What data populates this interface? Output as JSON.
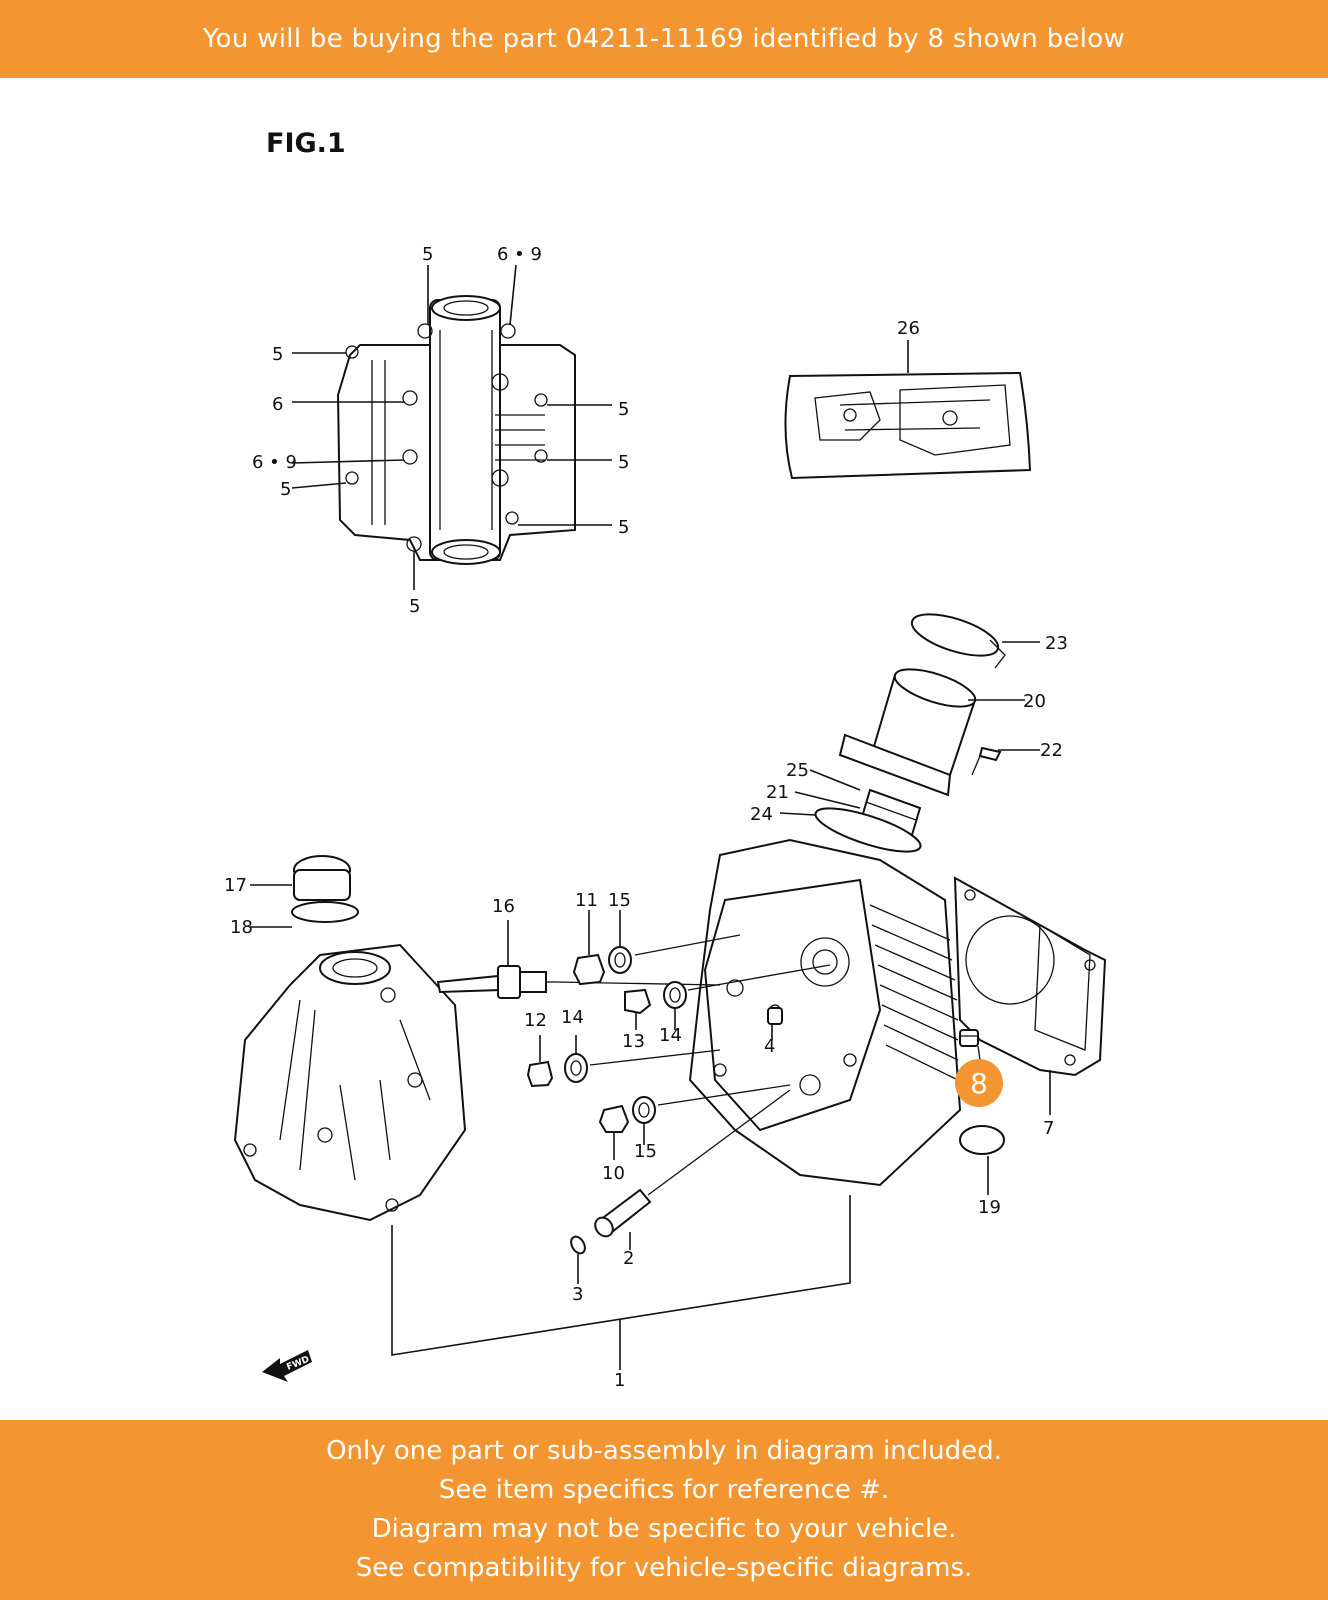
{
  "header": {
    "banner_text": "You will be buying the part 04211-11169 identified by 8 shown below"
  },
  "diagram": {
    "figure_title": "FIG.1",
    "fwd_label": "FWD",
    "highlighted_callout": "8",
    "callouts": {
      "c5_top": "5",
      "c69_top": "6 • 9",
      "c5_left1": "5",
      "c6_left": "6",
      "c69_left": "6 • 9",
      "c5_left2": "5",
      "c5_right1": "5",
      "c5_right2": "5",
      "c5_right3": "5",
      "c5_bottom": "5",
      "c26": "26",
      "c23": "23",
      "c20": "20",
      "c22": "22",
      "c25": "25",
      "c21": "21",
      "c24": "24",
      "c17": "17",
      "c18": "18",
      "c16": "16",
      "c11": "11",
      "c15_top": "15",
      "c12": "12",
      "c14_left": "14",
      "c13": "13",
      "c14_right": "14",
      "c4": "4",
      "c7": "7",
      "c10": "10",
      "c15_bottom": "15",
      "c19": "19",
      "c2": "2",
      "c3": "3",
      "c1": "1"
    },
    "colors": {
      "accent": "#f39530",
      "line": "#111111"
    }
  },
  "footer": {
    "lines": [
      "Only one part or sub-assembly in diagram included.",
      "See item specifics for reference #.",
      "Diagram may not be specific to your vehicle.",
      "See compatibility for vehicle-specific diagrams."
    ]
  }
}
